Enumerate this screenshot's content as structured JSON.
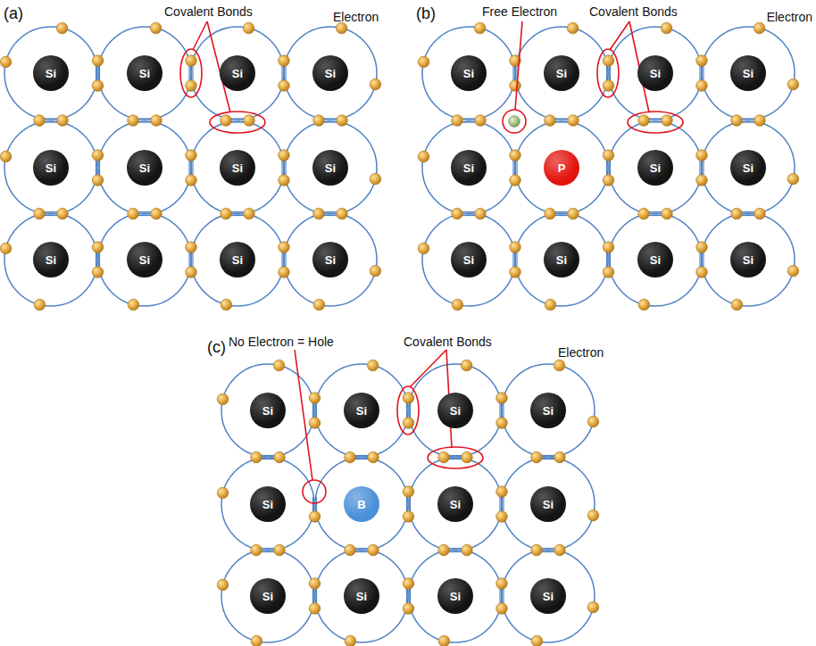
{
  "diagram": {
    "nodes": [
      {
        "text": [
          "Si"
        ]
      },
      {
        "text": [
          "Si"
        ]
      },
      {
        "text": [
          "Si"
        ]
      },
      {
        "text": [
          "Si"
        ]
      },
      {
        "text": [
          "Si"
        ]
      },
      {
        "text": [
          "Si"
        ]
      },
      {
        "text": [
          "Si"
        ]
      },
      {
        "text": [
          "Si"
        ]
      },
      {
        "text": [
          "Si"
        ]
      },
      {
        "text": [
          "Si"
        ]
      },
      {
        "text": [
          "Si"
        ]
      },
      {
        "text": [
          "Si"
        ]
      },
      {
        "text": [
          "Si"
        ]
      },
      {
        "text": [
          "Si"
        ]
      },
      {
        "text": [
          "Si"
        ]
      },
      {
        "text": [
          "Si"
        ]
      },
      {
        "text": [
          "Si"
        ]
      },
      {
        "text": [
          "P"
        ]
      },
      {
        "text": [
          "Si"
        ]
      },
      {
        "text": [
          "Si"
        ]
      },
      {
        "text": [
          "Si"
        ]
      },
      {
        "text": [
          "Si"
        ]
      },
      {
        "text": [
          "Si"
        ]
      },
      {
        "text": [
          "Si"
        ]
      },
      {
        "text": [
          "Si"
        ]
      },
      {
        "text": [
          "Si"
        ]
      },
      {
        "text": [
          "Si"
        ]
      },
      {
        "text": [
          "Si"
        ]
      },
      {
        "text": [
          "Si"
        ]
      },
      {
        "text": [
          "B"
        ]
      },
      {
        "text": [
          "Si"
        ]
      },
      {
        "text": [
          "Si"
        ]
      },
      {
        "text": [
          "Si"
        ]
      },
      {
        "text": [
          "Si"
        ]
      },
      {
        "text": [
          "Si"
        ]
      },
      {
        "text": [
          "Si"
        ]
      }
    ],
    "labels": [
      "(a)",
      "Covalent Bonds",
      "Electron",
      "(b)",
      "Free Electron",
      "Covalent Bonds",
      "Electron",
      "(c)",
      "No Electron = Hole",
      "Covalent Bonds",
      "Electron"
    ]
  }
}
